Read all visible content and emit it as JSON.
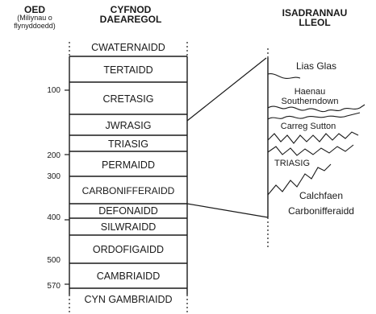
{
  "header": {
    "age_title": "OED",
    "age_subtitle_1": "(Miliynau o",
    "age_subtitle_2": "flynyddoedd)",
    "column_title_1": "CYFNOD",
    "column_title_2": "DAEAREGOL",
    "local_title_1": "ISADRANNAU",
    "local_title_2": "LLEOL"
  },
  "periods": [
    "CWATERNAIDD",
    "TERTAIDD",
    "CRETASIG",
    "JWRASIG",
    "TRIASIG",
    "PERMAIDD",
    "CARBONIFFERAIDD",
    "DEFONAIDD",
    "SILWRAIDD",
    "ORDOFIGAIDD",
    "CAMBRIAIDD",
    "CYN GAMBRIAIDD"
  ],
  "age_ticks": [
    "100",
    "200",
    "300",
    "400",
    "500",
    "570"
  ],
  "local_units": {
    "lias": "Lias Glas",
    "haenau_1": "Haenau",
    "haenau_2": "Southerndown",
    "carreg": "Carreg Sutton",
    "triasig": "TRIASIG",
    "calch_1": "Calchfaen",
    "calch_2": "Carbonifferaidd"
  }
}
